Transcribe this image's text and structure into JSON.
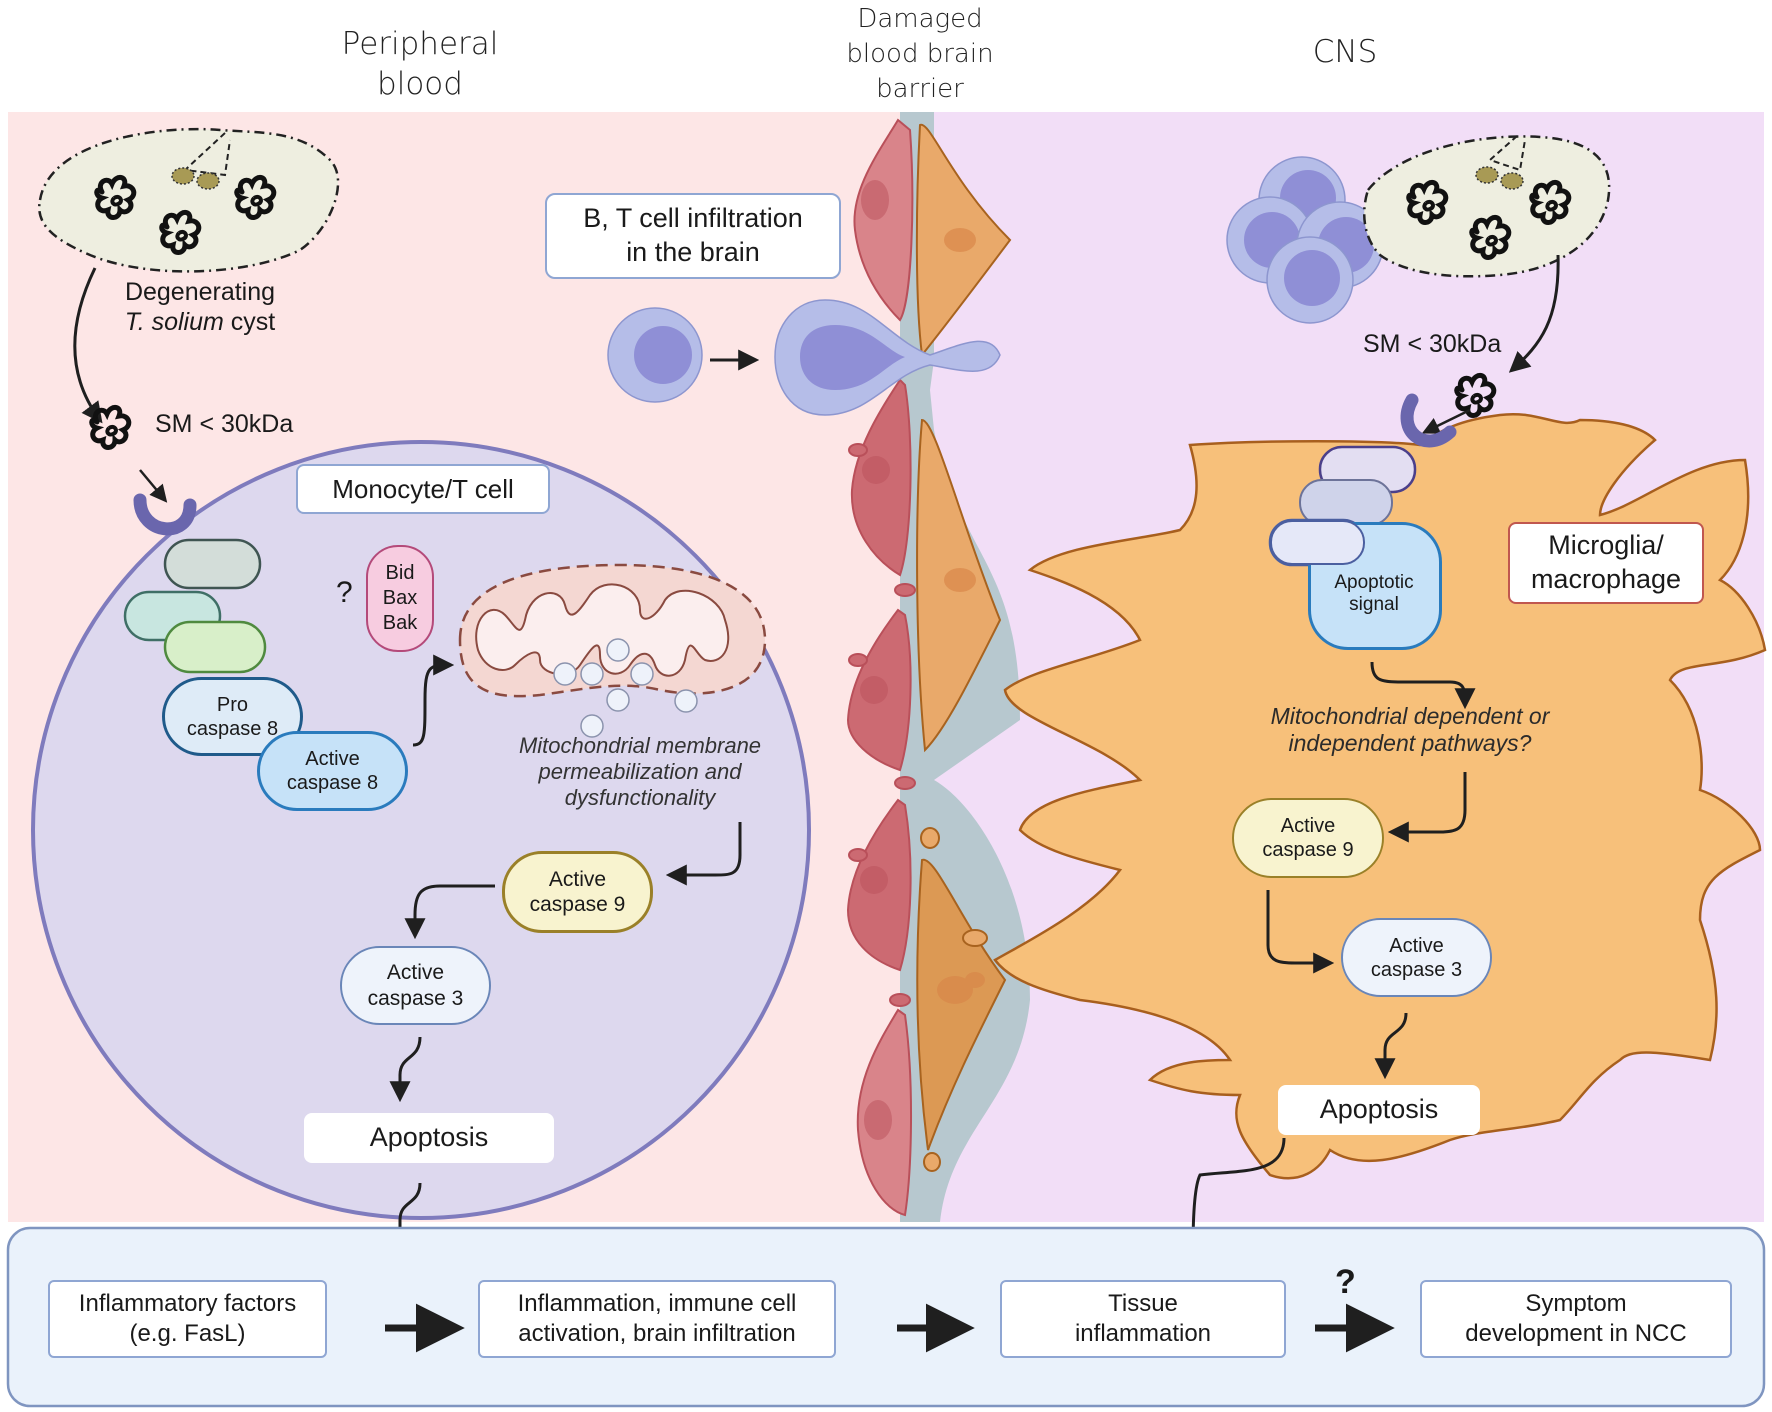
{
  "headers": {
    "peripheral": "Peripheral\nblood",
    "bbb": "Damaged\nblood brain\nbarrier",
    "cns": "CNS"
  },
  "colors": {
    "peripheral_bg": "#fde6e6",
    "cns_bg": "#f2def7",
    "barrier": "#b7c8cf",
    "monocyte_fill": "#ddd8ee",
    "monocyte_stroke": "#7f7bbd",
    "microglia_fill": "#f7c07a",
    "microglia_stroke": "#a85f1e",
    "bottom_panel": "#eaf2fb"
  },
  "left": {
    "cyst_caption_line1": "Degenerating",
    "cyst_caption_italic": "T. solium",
    "cyst_caption_rest": " cyst",
    "sm_label": "SM < 30kDa",
    "cell_label": "Monocyte/T cell",
    "question": "?",
    "bcl_proteins": [
      "Bid",
      "Bax",
      "Bak"
    ],
    "pro_caspase8": "Pro\ncaspase 8",
    "active_caspase8": "Active\ncaspase 8",
    "mito_caption": "Mitochondrial membrane\npermeabilization and\ndysfunctionality",
    "active_caspase9": "Active\ncaspase 9",
    "active_caspase3": "Active\ncaspase 3",
    "apoptosis": "Apoptosis"
  },
  "middle": {
    "infiltration_label": "B, T cell infiltration\nin the brain"
  },
  "right": {
    "sm_label": "SM < 30kDa",
    "cell_label": "Microglia/\nmacrophage",
    "apoptotic_signal": "Apoptotic\nsignal",
    "pathway_question": "Mitochondrial dependent or\nindependent pathways?",
    "active_caspase9": "Active\ncaspase 9",
    "active_caspase3": "Active\ncaspase 3",
    "apoptosis": "Apoptosis"
  },
  "bottom": {
    "steps": [
      "Inflammatory factors\n(e.g. FasL)",
      "Inflammation, immune cell\nactivation, brain infiltration",
      "Tissue\ninflammation",
      "Symptom\ndevelopment in NCC"
    ],
    "uncertain_mark": "?"
  }
}
